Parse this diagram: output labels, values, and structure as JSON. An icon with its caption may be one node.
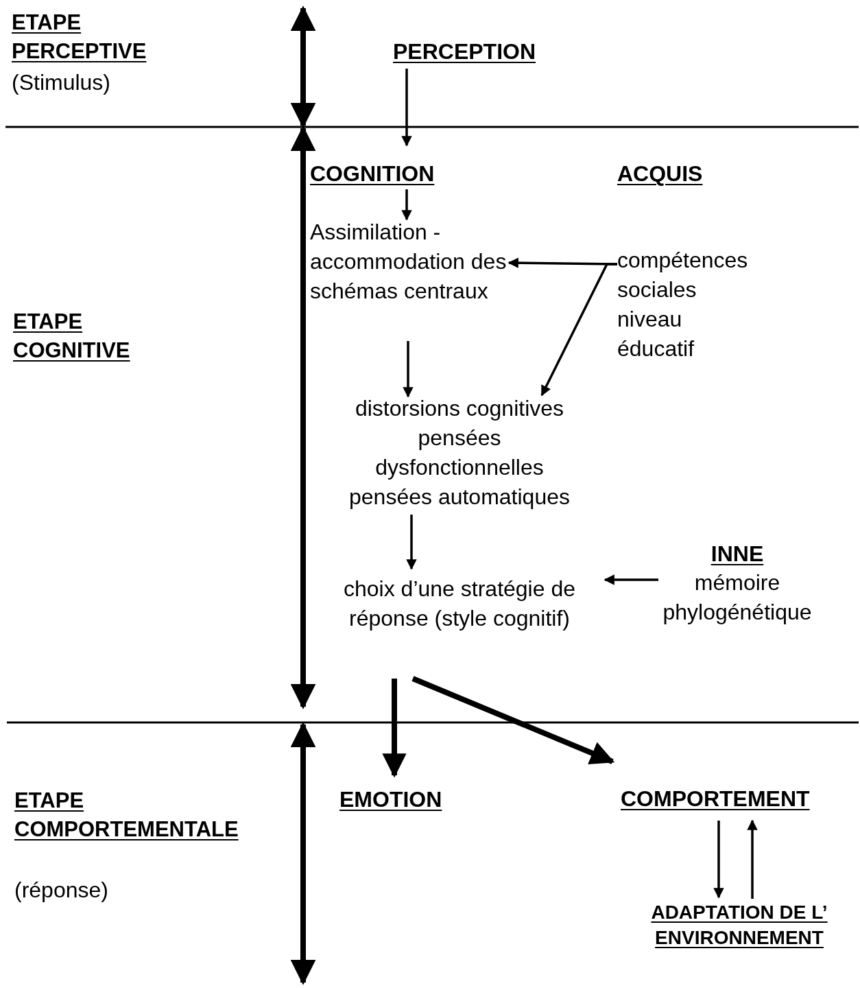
{
  "diagram": {
    "nodes": [
      {
        "text": [
          "PERCEPTION"
        ]
      },
      {
        "text": [
          "COGNITION"
        ]
      },
      {
        "text": [
          "ACQUIS",
          "compétences sociales niveau éducatif"
        ]
      },
      {
        "text": [
          "Assimilation - accommodation des schémas centraux"
        ]
      },
      {
        "text": [
          "distorsions cognitives pensées dysfonctionnelles pensées automatiques"
        ]
      },
      {
        "text": [
          "INNE",
          "mémoire phylogénétique"
        ]
      },
      {
        "text": [
          "choix d’une stratégie de réponse (style cognitif)"
        ]
      },
      {
        "text": [
          "EMOTION"
        ]
      },
      {
        "text": [
          "COMPORTEMENT"
        ]
      },
      {
        "text": [
          "ADAPTATION DE L’ ENVIRONNEMENT"
        ]
      }
    ],
    "edges": [
      {
        "from": 0,
        "to": 1,
        "arrow": "to"
      },
      {
        "from": 1,
        "to": 3,
        "arrow": "to"
      },
      {
        "from": 2,
        "to": 3,
        "arrow": "to"
      },
      {
        "from": 2,
        "to": 4,
        "arrow": "to"
      },
      {
        "from": 3,
        "to": 4,
        "arrow": "to"
      },
      {
        "from": 4,
        "to": 6,
        "arrow": "to"
      },
      {
        "from": 5,
        "to": 6,
        "arrow": "to"
      },
      {
        "from": 6,
        "to": 7,
        "arrow": "to",
        "style": "thick"
      },
      {
        "from": 6,
        "to": 8,
        "arrow": "to",
        "style": "thick"
      },
      {
        "from": 8,
        "to": 9,
        "arrow": "to"
      },
      {
        "from": 9,
        "to": 8,
        "arrow": "to"
      }
    ],
    "labels": [
      "ETAPE PERCEPTIVE",
      "(Stimulus)",
      "ETAPE COGNITIVE",
      "ETAPE COMPORTEMENTALE",
      "(réponse)"
    ]
  }
}
